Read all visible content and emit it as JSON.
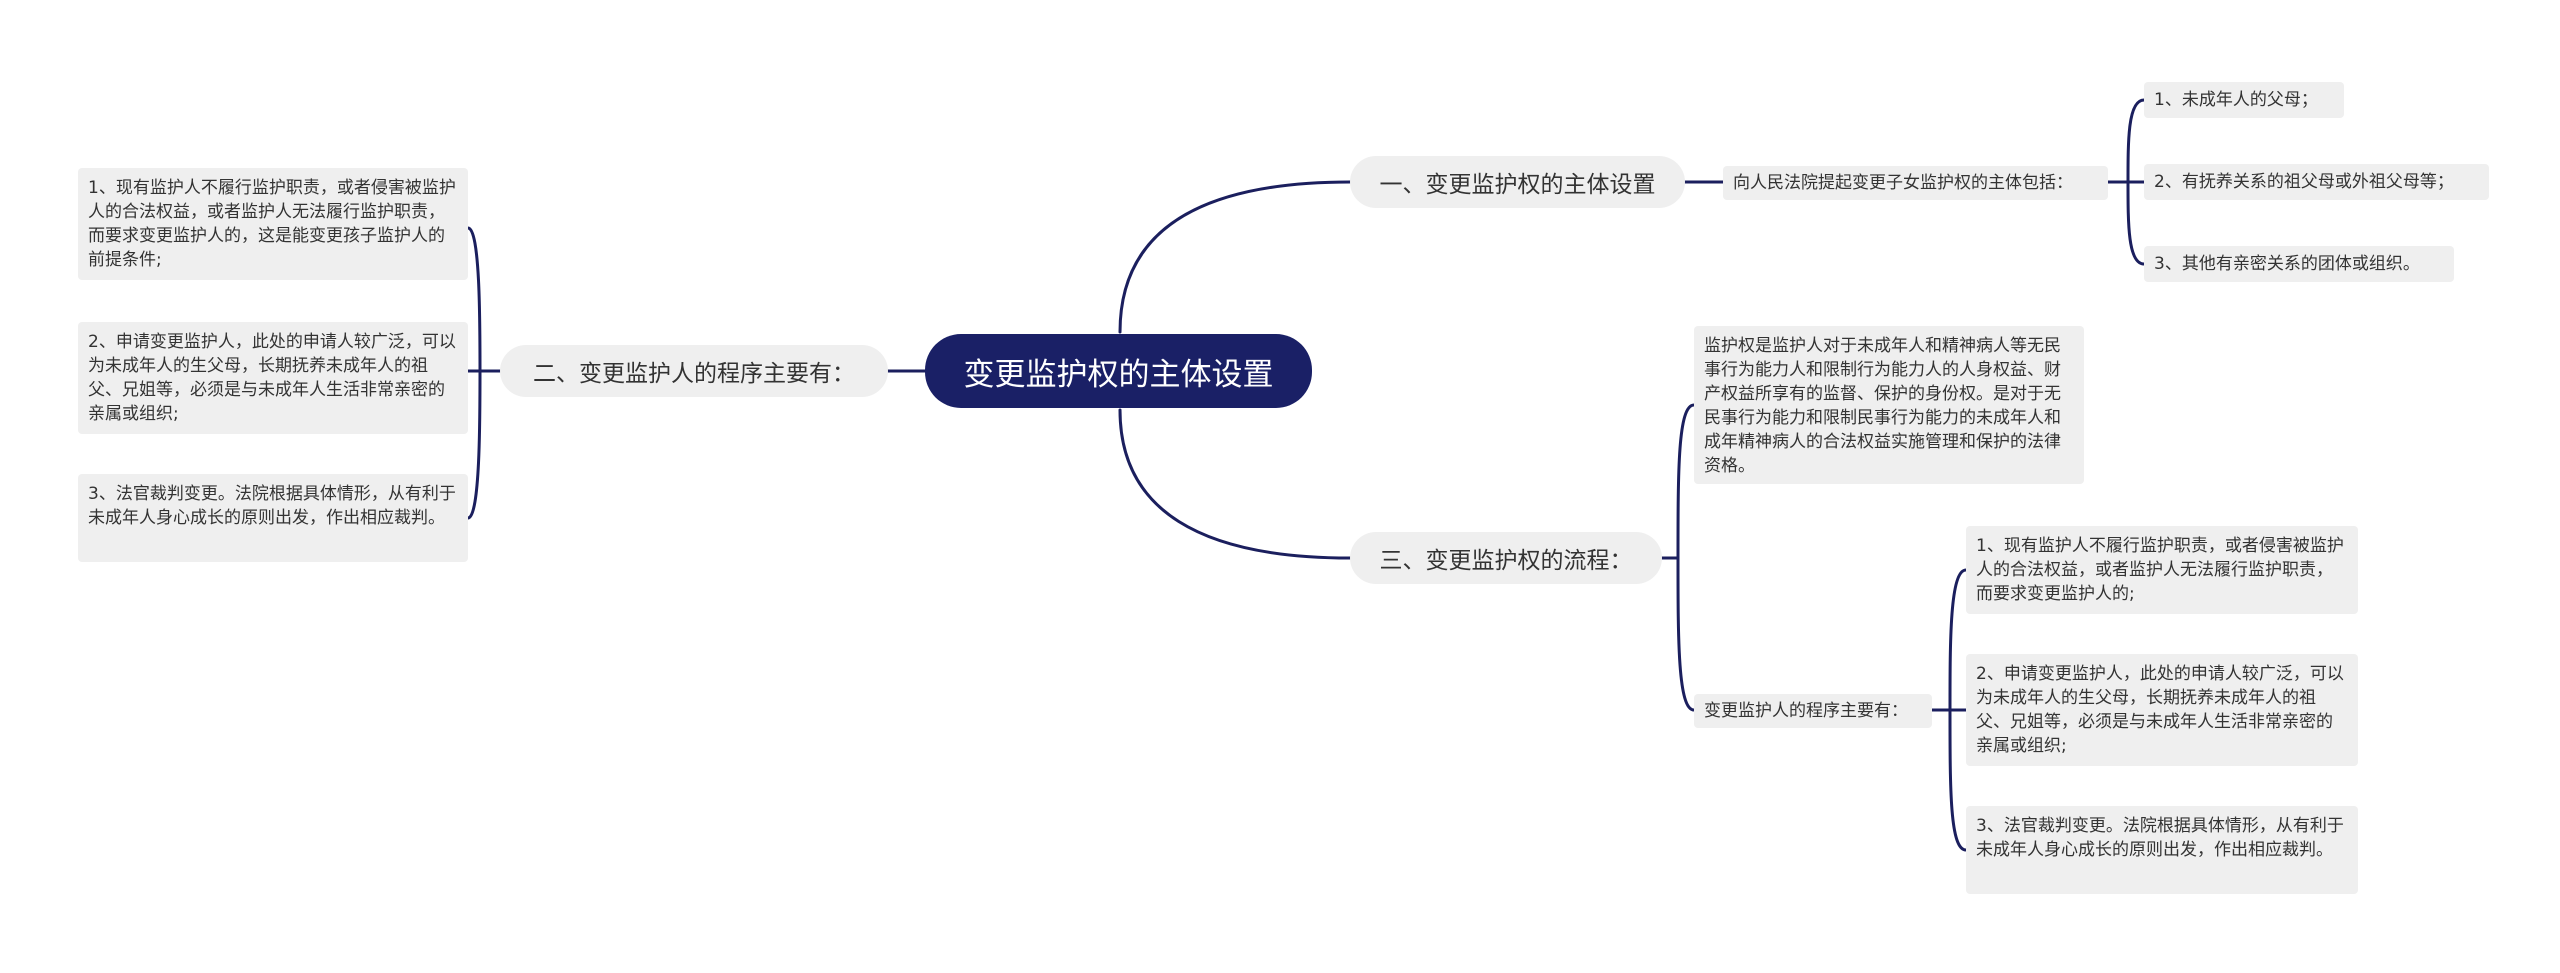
{
  "root": {
    "title": "变更监护权的主体设置"
  },
  "branches": {
    "b1": {
      "title": "一、变更监护权的主体设置",
      "sub": "向人民法院提起变更子女监护权的主体包括：",
      "items": [
        "1、未成年人的父母；",
        "2、有抚养关系的祖父母或外祖父母等；",
        "3、其他有亲密关系的团体或组织。"
      ]
    },
    "b2": {
      "title": "二、变更监护人的程序主要有：",
      "items": [
        "1、现有监护人不履行监护职责，或者侵害被监护人的合法权益，或者监护人无法履行监护职责，而要求变更监护人的，这是能变更孩子监护人的前提条件;",
        "2、申请变更监护人，此处的申请人较广泛，可以为未成年人的生父母，长期抚养未成年人的祖父、兄姐等，必须是与未成年人生活非常亲密的亲属或组织;",
        "3、法官裁判变更。法院根据具体情形，从有利于未成年人身心成长的原则出发，作出相应裁判。"
      ]
    },
    "b3": {
      "title": "三、变更监护权的流程：",
      "definition": "监护权是监护人对于未成年人和精神病人等无民事行为能力人和限制行为能力人的人身权益、财产权益所享有的监督、保护的身份权。是对于无民事行为能力和限制民事行为能力的未成年人和成年精神病人的合法权益实施管理和保护的法律资格。",
      "sub": "变更监护人的程序主要有：",
      "items": [
        "1、现有监护人不履行监护职责，或者侵害被监护人的合法权益，或者监护人无法履行监护职责，而要求变更监护人的;",
        "2、申请变更监护人，此处的申请人较广泛，可以为未成年人的生父母，长期抚养未成年人的祖父、兄姐等，必须是与未成年人生活非常亲密的亲属或组织;",
        "3、法官裁判变更。法院根据具体情形，从有利于未成年人身心成长的原则出发，作出相应裁判。"
      ]
    }
  },
  "colors": {
    "root_bg": "#1a2066",
    "line": "#1b1f5e",
    "node_bg": "#efefef",
    "text": "#333333"
  }
}
